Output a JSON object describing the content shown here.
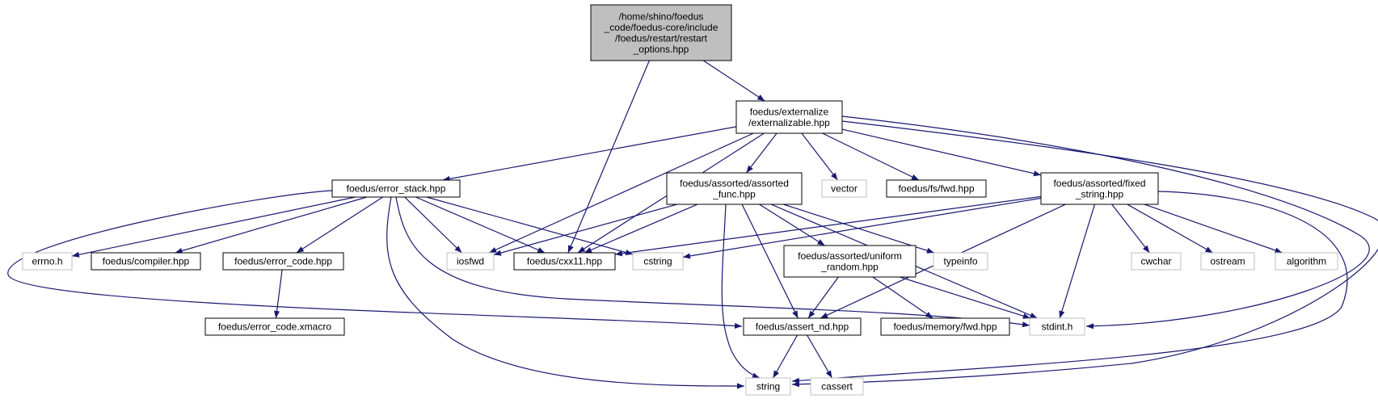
{
  "colors": {
    "edge": "#191970",
    "root_fill": "#bfbfbf",
    "node_border": "#000000",
    "system_border": "#bfbfbf"
  },
  "graph": {
    "nodes": [
      {
        "id": "root",
        "lines": [
          "/home/shino/foedus",
          "_code/foedus-core/include",
          "/foedus/restart/restart",
          "_options.hpp"
        ]
      },
      {
        "id": "ext",
        "lines": [
          "foedus/externalize",
          "/externalizable.hpp"
        ]
      },
      {
        "id": "err_stack",
        "lines": [
          "foedus/error_stack.hpp"
        ]
      },
      {
        "id": "func",
        "lines": [
          "foedus/assorted/assorted",
          "_func.hpp"
        ]
      },
      {
        "id": "vector",
        "lines": [
          "vector"
        ]
      },
      {
        "id": "fs_fwd",
        "lines": [
          "foedus/fs/fwd.hpp"
        ]
      },
      {
        "id": "fixed",
        "lines": [
          "foedus/assorted/fixed",
          "_string.hpp"
        ]
      },
      {
        "id": "errno",
        "lines": [
          "errno.h"
        ]
      },
      {
        "id": "compiler",
        "lines": [
          "foedus/compiler.hpp"
        ]
      },
      {
        "id": "err_code",
        "lines": [
          "foedus/error_code.hpp"
        ]
      },
      {
        "id": "iosfwd",
        "lines": [
          "iosfwd"
        ]
      },
      {
        "id": "cxx11",
        "lines": [
          "foedus/cxx11.hpp"
        ]
      },
      {
        "id": "cstring",
        "lines": [
          "cstring"
        ]
      },
      {
        "id": "uniform",
        "lines": [
          "foedus/assorted/uniform",
          "_random.hpp"
        ]
      },
      {
        "id": "typeinfo",
        "lines": [
          "typeinfo"
        ]
      },
      {
        "id": "cwchar",
        "lines": [
          "cwchar"
        ]
      },
      {
        "id": "ostream",
        "lines": [
          "ostream"
        ]
      },
      {
        "id": "algorithm",
        "lines": [
          "algorithm"
        ]
      },
      {
        "id": "xmacro",
        "lines": [
          "foedus/error_code.xmacro"
        ]
      },
      {
        "id": "assert_nd",
        "lines": [
          "foedus/assert_nd.hpp"
        ]
      },
      {
        "id": "mem_fwd",
        "lines": [
          "foedus/memory/fwd.hpp"
        ]
      },
      {
        "id": "stdint",
        "lines": [
          "stdint.h"
        ]
      },
      {
        "id": "string",
        "lines": [
          "string"
        ]
      },
      {
        "id": "cassert",
        "lines": [
          "cassert"
        ]
      }
    ],
    "edges": [
      [
        "root",
        "ext"
      ],
      [
        "root",
        "cxx11"
      ],
      [
        "ext",
        "err_stack"
      ],
      [
        "ext",
        "func"
      ],
      [
        "ext",
        "vector"
      ],
      [
        "ext",
        "fs_fwd"
      ],
      [
        "ext",
        "fixed"
      ],
      [
        "ext",
        "iosfwd"
      ],
      [
        "ext",
        "cxx11"
      ],
      [
        "ext",
        "stdint"
      ],
      [
        "ext",
        "string"
      ],
      [
        "err_stack",
        "errno"
      ],
      [
        "err_stack",
        "compiler"
      ],
      [
        "err_stack",
        "err_code"
      ],
      [
        "err_stack",
        "iosfwd"
      ],
      [
        "err_stack",
        "cxx11"
      ],
      [
        "err_stack",
        "cstring"
      ],
      [
        "err_stack",
        "assert_nd"
      ],
      [
        "err_stack",
        "stdint"
      ],
      [
        "err_stack",
        "string"
      ],
      [
        "func",
        "iosfwd"
      ],
      [
        "func",
        "cxx11"
      ],
      [
        "func",
        "uniform"
      ],
      [
        "func",
        "typeinfo"
      ],
      [
        "func",
        "assert_nd"
      ],
      [
        "func",
        "stdint"
      ],
      [
        "func",
        "string"
      ],
      [
        "fixed",
        "cxx11"
      ],
      [
        "fixed",
        "cstring"
      ],
      [
        "fixed",
        "cwchar"
      ],
      [
        "fixed",
        "ostream"
      ],
      [
        "fixed",
        "algorithm"
      ],
      [
        "fixed",
        "assert_nd"
      ],
      [
        "fixed",
        "stdint"
      ],
      [
        "fixed",
        "string"
      ],
      [
        "err_code",
        "xmacro"
      ],
      [
        "uniform",
        "assert_nd"
      ],
      [
        "uniform",
        "mem_fwd"
      ],
      [
        "uniform",
        "stdint"
      ],
      [
        "assert_nd",
        "string"
      ],
      [
        "assert_nd",
        "cassert"
      ]
    ]
  }
}
